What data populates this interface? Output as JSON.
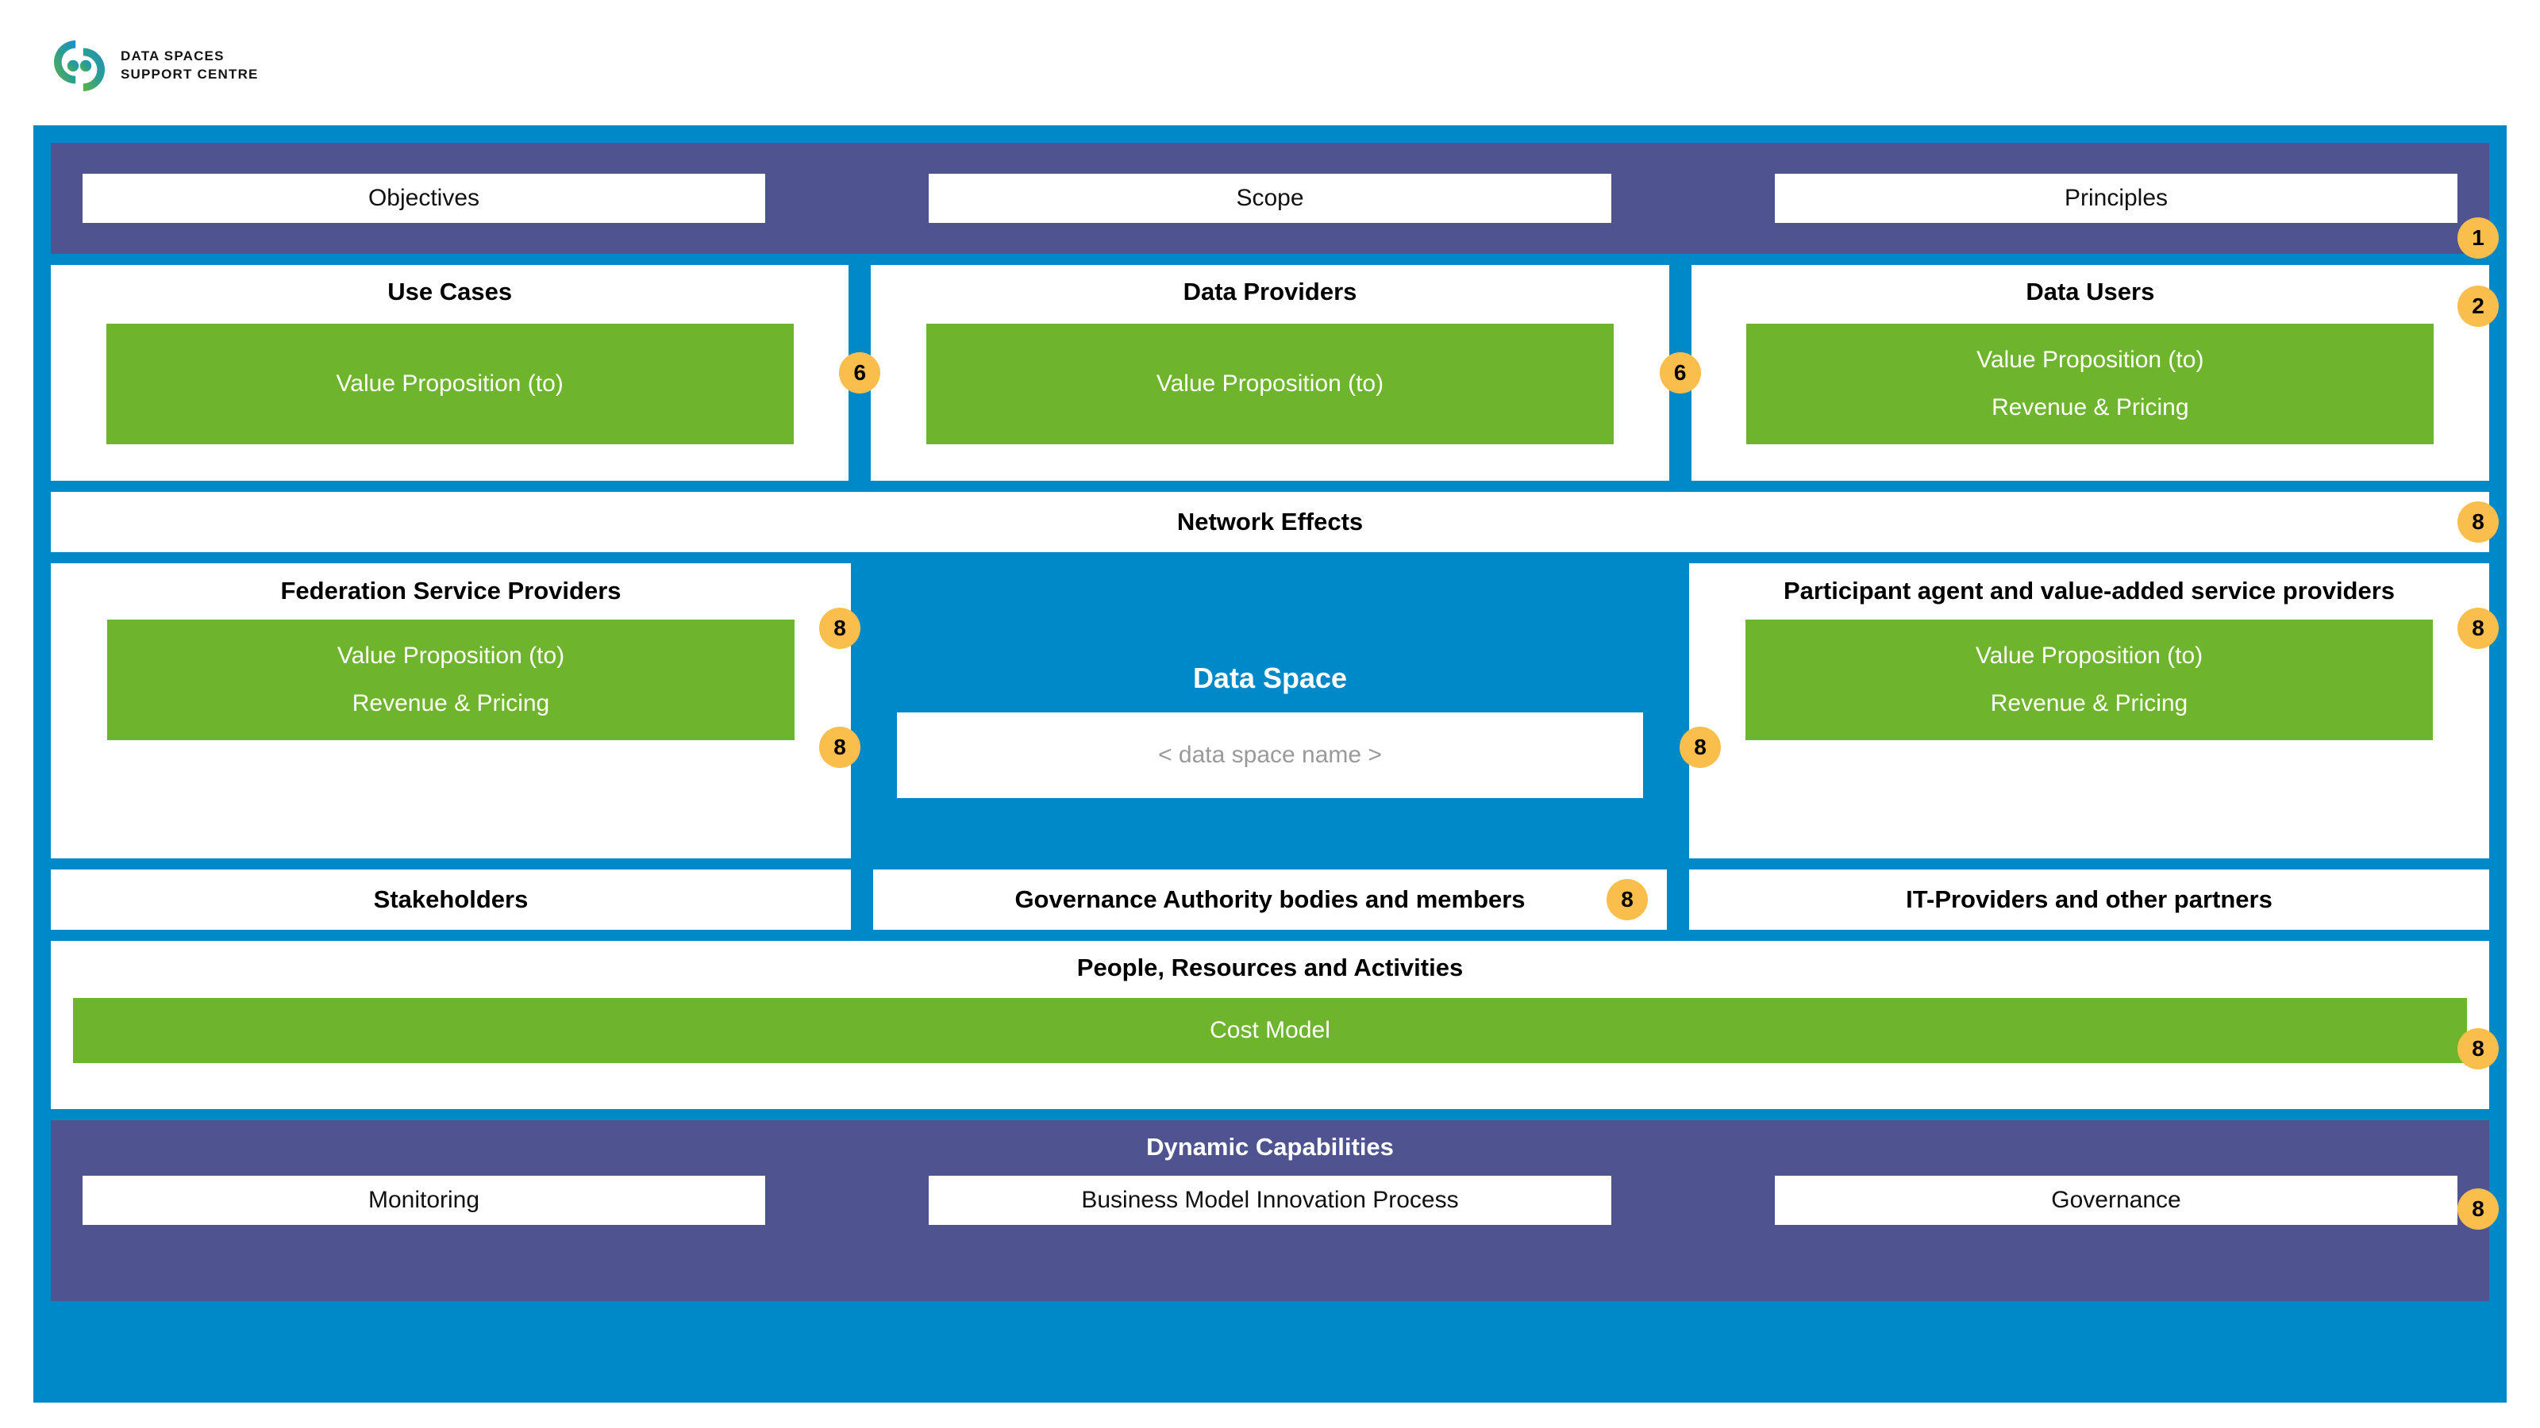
{
  "brand": {
    "logo_icon": "data-spaces-support-centre-logo",
    "name_line1": "DATA SPACES",
    "name_line2": "SUPPORT CENTRE"
  },
  "colors": {
    "frame_blue": "#0089C9",
    "band_purple": "#4F5490",
    "value_green": "#6FB42D",
    "badge_amber": "#F9BE4B",
    "white": "#FFFFFF",
    "text_black": "#000000",
    "placeholder_gray": "#9A9A9A"
  },
  "row_strategy": {
    "badge": "1",
    "boxes": [
      {
        "label": "Objectives"
      },
      {
        "label": "Scope"
      },
      {
        "label": "Principles"
      }
    ]
  },
  "row_actors": {
    "badge": "2",
    "gap_badges": [
      "6",
      "6"
    ],
    "columns": [
      {
        "header": "Use Cases",
        "green_lines": [
          "Value Proposition (to)"
        ]
      },
      {
        "header": "Data Providers",
        "green_lines": [
          "Value Proposition (to)"
        ]
      },
      {
        "header": "Data Users",
        "green_lines": [
          "Value Proposition (to)",
          "Revenue & Pricing"
        ]
      }
    ]
  },
  "row_network": {
    "label": "Network Effects",
    "badge": "8"
  },
  "row_core": {
    "left": {
      "header": "Federation Service Providers",
      "header_badge": "8",
      "green_badge": "8",
      "green_lines": [
        "Value Proposition (to)",
        "Revenue & Pricing"
      ]
    },
    "center": {
      "title": "Data Space",
      "input_placeholder": "< data space name >"
    },
    "right": {
      "header": "Participant agent and value-added service providers",
      "header_badge": "8",
      "green_badge": "8",
      "green_lines": [
        "Value Proposition (to)",
        "Revenue & Pricing"
      ]
    }
  },
  "row_stakeholders": {
    "left_label": "Stakeholders",
    "center_label": "Governance Authority bodies and members",
    "center_badge": "8",
    "right_label": "IT-Providers and other partners"
  },
  "row_people": {
    "header": "People, Resources and Activities",
    "badge": "8",
    "green_label": "Cost Model"
  },
  "row_dynamic": {
    "header": "Dynamic Capabilities",
    "badge": "8",
    "boxes": [
      {
        "label": "Monitoring"
      },
      {
        "label": "Business Model Innovation Process"
      },
      {
        "label": "Governance"
      }
    ]
  }
}
